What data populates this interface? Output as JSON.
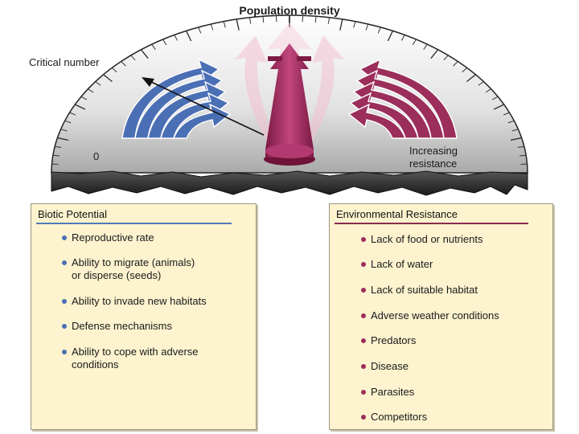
{
  "diagram": {
    "title": "Population density",
    "critical_label": "Critical number",
    "zero_label": "0",
    "resistance_label": [
      "Increasing",
      "resistance"
    ]
  },
  "biotic": {
    "heading": "Biotic Potential",
    "items": [
      [
        "Reproductive rate"
      ],
      [
        "Ability to migrate (animals)",
        "or disperse (seeds)"
      ],
      [
        "Ability to invade new habitats"
      ],
      [
        "Defense mechanisms"
      ],
      [
        "Ability to cope with adverse",
        "conditions"
      ]
    ]
  },
  "environmental": {
    "heading": "Environmental Resistance",
    "items": [
      "Lack of food or nutrients",
      "Lack of water",
      "Lack of suitable habitat",
      "Adverse weather conditions",
      "Predators",
      "Disease",
      "Parasites",
      "Competitors"
    ]
  },
  "colors": {
    "biotic": "#4b6fb5",
    "resistance": "#9b2e5a"
  }
}
